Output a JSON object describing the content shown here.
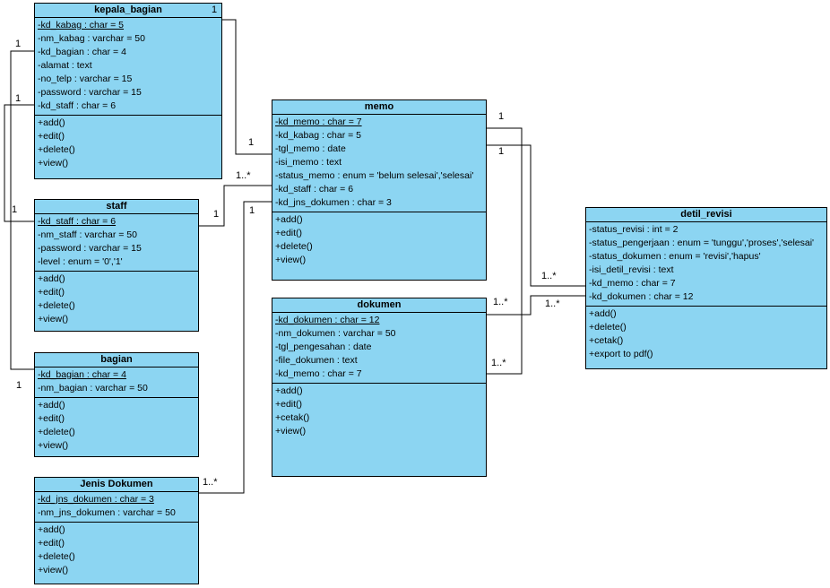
{
  "colors": {
    "class_fill": "#8cd5f2",
    "line": "#000000",
    "background": "#ffffff"
  },
  "classes": [
    {
      "name": "kepala_bagian",
      "attributes": [
        {
          "text": "-kd_kabag : char = 5",
          "key": true
        },
        {
          "text": "-nm_kabag : varchar = 50",
          "key": false
        },
        {
          "text": "-kd_bagian : char = 4",
          "key": false
        },
        {
          "text": "-alamat : text",
          "key": false
        },
        {
          "text": "-no_telp : varchar = 15",
          "key": false
        },
        {
          "text": "-password : varchar = 15",
          "key": false
        },
        {
          "text": "-kd_staff : char = 6",
          "key": false
        }
      ],
      "methods": [
        "+add()",
        "+edit()",
        "+delete()",
        "+view()"
      ]
    },
    {
      "name": "staff",
      "attributes": [
        {
          "text": "-kd_staff : char = 6",
          "key": true
        },
        {
          "text": "-nm_staff : varchar = 50",
          "key": false
        },
        {
          "text": "-password : varchar = 15",
          "key": false
        },
        {
          "text": "-level : enum = '0','1'",
          "key": false
        }
      ],
      "methods": [
        "+add()",
        "+edit()",
        "+delete()",
        "+view()"
      ]
    },
    {
      "name": "bagian",
      "attributes": [
        {
          "text": "-kd_bagian : char = 4",
          "key": true
        },
        {
          "text": "-nm_bagian : varchar = 50",
          "key": false
        }
      ],
      "methods": [
        "+add()",
        "+edit()",
        "+delete()",
        "+view()"
      ]
    },
    {
      "name": "Jenis Dokumen",
      "attributes": [
        {
          "text": "-kd_jns_dokumen : char = 3",
          "key": true
        },
        {
          "text": "-nm_jns_dokumen : varchar = 50",
          "key": false
        }
      ],
      "methods": [
        "+add()",
        "+edit()",
        "+delete()",
        "+view()"
      ]
    },
    {
      "name": "memo",
      "attributes": [
        {
          "text": "-kd_memo : char = 7",
          "key": true
        },
        {
          "text": "-kd_kabag : char = 5",
          "key": false
        },
        {
          "text": "-tgl_memo : date",
          "key": false
        },
        {
          "text": "-isi_memo : text",
          "key": false
        },
        {
          "text": "-status_memo : enum = 'belum selesai','selesai'",
          "key": false
        },
        {
          "text": "-kd_staff : char = 6",
          "key": false
        },
        {
          "text": "-kd_jns_dokumen : char = 3",
          "key": false
        }
      ],
      "methods": [
        "+add()",
        "+edit()",
        "+delete()",
        "+view()"
      ]
    },
    {
      "name": "dokumen",
      "attributes": [
        {
          "text": "-kd_dokumen : char = 12",
          "key": true
        },
        {
          "text": "-nm_dokumen : varchar = 50",
          "key": false
        },
        {
          "text": "-tgl_pengesahan : date",
          "key": false
        },
        {
          "text": "-file_dokumen : text",
          "key": false
        },
        {
          "text": "-kd_memo : char = 7",
          "key": false
        }
      ],
      "methods": [
        "+add()",
        "+edit()",
        "+cetak()",
        "+view()"
      ]
    },
    {
      "name": "detil_revisi",
      "attributes": [
        {
          "text": "-status_revisi : int = 2",
          "key": false
        },
        {
          "text": "-status_pengerjaan : enum = 'tunggu','proses','selesai'",
          "key": false
        },
        {
          "text": "-status_dokumen : enum = 'revisi','hapus'",
          "key": false
        },
        {
          "text": "-isi_detil_revisi : text",
          "key": false
        },
        {
          "text": "-kd_memo : char = 7",
          "key": false
        },
        {
          "text": "-kd_dokumen : char = 12",
          "key": false
        }
      ],
      "methods": [
        "+add()",
        "+delete()",
        "+cetak()",
        "+export to pdf()"
      ]
    }
  ],
  "connections": [
    {
      "from": "kepala_bagian",
      "to": "memo",
      "labels": [
        {
          "end": "kepala_bagian",
          "text": "1"
        },
        {
          "end": "memo",
          "text": "1"
        }
      ]
    },
    {
      "from": "kepala_bagian",
      "to": "bagian",
      "labels": [
        {
          "end": "kepala_bagian",
          "text": "1"
        },
        {
          "end": "bagian",
          "text": "1"
        }
      ]
    },
    {
      "from": "kepala_bagian",
      "to": "staff",
      "labels": [
        {
          "end": "kepala_bagian",
          "text": "1"
        },
        {
          "end": "staff",
          "text": "1"
        }
      ]
    },
    {
      "from": "staff",
      "to": "memo",
      "labels": [
        {
          "end": "staff",
          "text": "1"
        },
        {
          "end": "memo",
          "text": "1..*"
        }
      ]
    },
    {
      "from": "Jenis Dokumen",
      "to": "memo",
      "labels": [
        {
          "end": "Jenis Dokumen",
          "text": "1..*"
        },
        {
          "end": "memo",
          "text": "1"
        }
      ]
    },
    {
      "from": "memo",
      "to": "dokumen",
      "labels": [
        {
          "end": "memo",
          "text": "1"
        },
        {
          "end": "dokumen",
          "text": "1..*"
        }
      ]
    },
    {
      "from": "memo",
      "to": "detil_revisi",
      "labels": [
        {
          "end": "memo",
          "text": "1"
        },
        {
          "end": "detil_revisi",
          "text": "1..*"
        }
      ]
    },
    {
      "from": "dokumen",
      "to": "detil_revisi",
      "labels": [
        {
          "end": "dokumen",
          "text": "1..*"
        },
        {
          "end": "detil_revisi",
          "text": "1..*"
        }
      ]
    }
  ]
}
